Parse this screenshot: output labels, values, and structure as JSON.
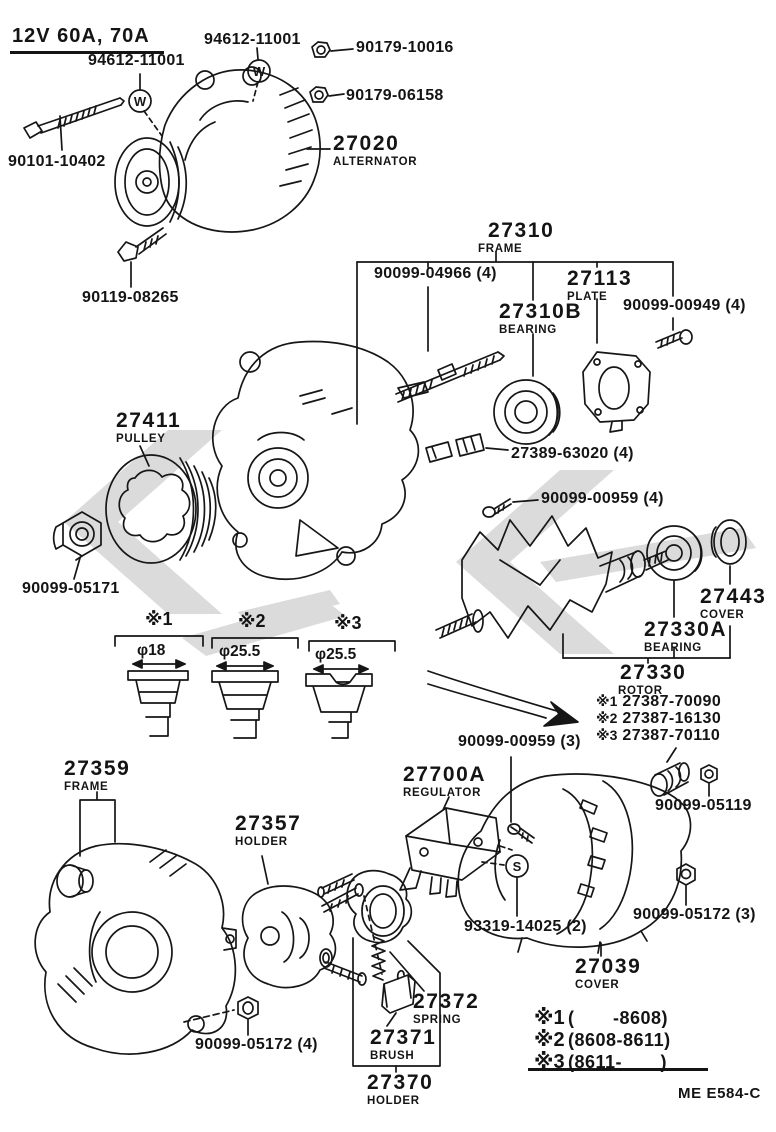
{
  "header": {
    "spec": "12V 60A, 70A"
  },
  "symbols": {
    "washer": "W",
    "screw": "S"
  },
  "parts": {
    "alternator": {
      "no": "27020",
      "name": "ALTERNATOR"
    },
    "front_frame": {
      "no": "27310",
      "name": "FRAME"
    },
    "plate": {
      "no": "27113",
      "name": "PLATE"
    },
    "front_bearing": {
      "no": "27310B",
      "name": "BEARING"
    },
    "pulley": {
      "no": "27411",
      "name": "PULLEY"
    },
    "rotor": {
      "no": "27330",
      "name": "ROTOR"
    },
    "rear_bearing": {
      "no": "27330A",
      "name": "BEARING"
    },
    "bearing_cover": {
      "no": "27443",
      "name": "COVER"
    },
    "rear_frame": {
      "no": "27359",
      "name": "FRAME"
    },
    "brush_holder": {
      "no": "27357",
      "name": "HOLDER"
    },
    "regulator": {
      "no": "27700A",
      "name": "REGULATOR"
    },
    "rear_cover": {
      "no": "27039",
      "name": "COVER"
    },
    "spring": {
      "no": "27372",
      "name": "SPRING"
    },
    "brush": {
      "no": "27371",
      "name": "BRUSH"
    },
    "holder": {
      "no": "27370",
      "name": "HOLDER"
    }
  },
  "fasteners": {
    "washer_bolt_left": "94612-11001",
    "washer_bolt_top": "94612-11001",
    "nut_small": "90179-10016",
    "nut_terminal": "90179-06158",
    "through_bolt": "90101-10402",
    "adjust_bolt": "90119-08265",
    "stud_bolt": "90099-04966 (4)",
    "plate_screw": "90099-00949 (4)",
    "terminal_set": "27389-63020 (4)",
    "frame_screw": "90099-00959 (4)",
    "pulley_nut": "90099-05171",
    "regulator_screw": "90099-00959 (3)",
    "plug": "90099-05119",
    "holder_screw": "93319-14025 (2)",
    "cover_nut_right": "90099-05172 (3)",
    "cover_nut_left": "90099-05172 (4)"
  },
  "rotor_variants": [
    {
      "mark": "※1",
      "no": "27387-70090"
    },
    {
      "mark": "※2",
      "no": "27387-16130"
    },
    {
      "mark": "※3",
      "no": "27387-70110"
    }
  ],
  "slip_ring_profiles": [
    {
      "mark": "※1",
      "diameter": "φ18"
    },
    {
      "mark": "※2",
      "diameter": "φ25.5"
    },
    {
      "mark": "※3",
      "diameter": "φ25.5"
    }
  ],
  "production_ranges": [
    {
      "mark": "※1",
      "range": "(       -8608)"
    },
    {
      "mark": "※2",
      "range": "(8608-8611)"
    },
    {
      "mark": "※3",
      "range": "(8611-       )"
    }
  ],
  "footer": {
    "code": "ME E584-C"
  }
}
